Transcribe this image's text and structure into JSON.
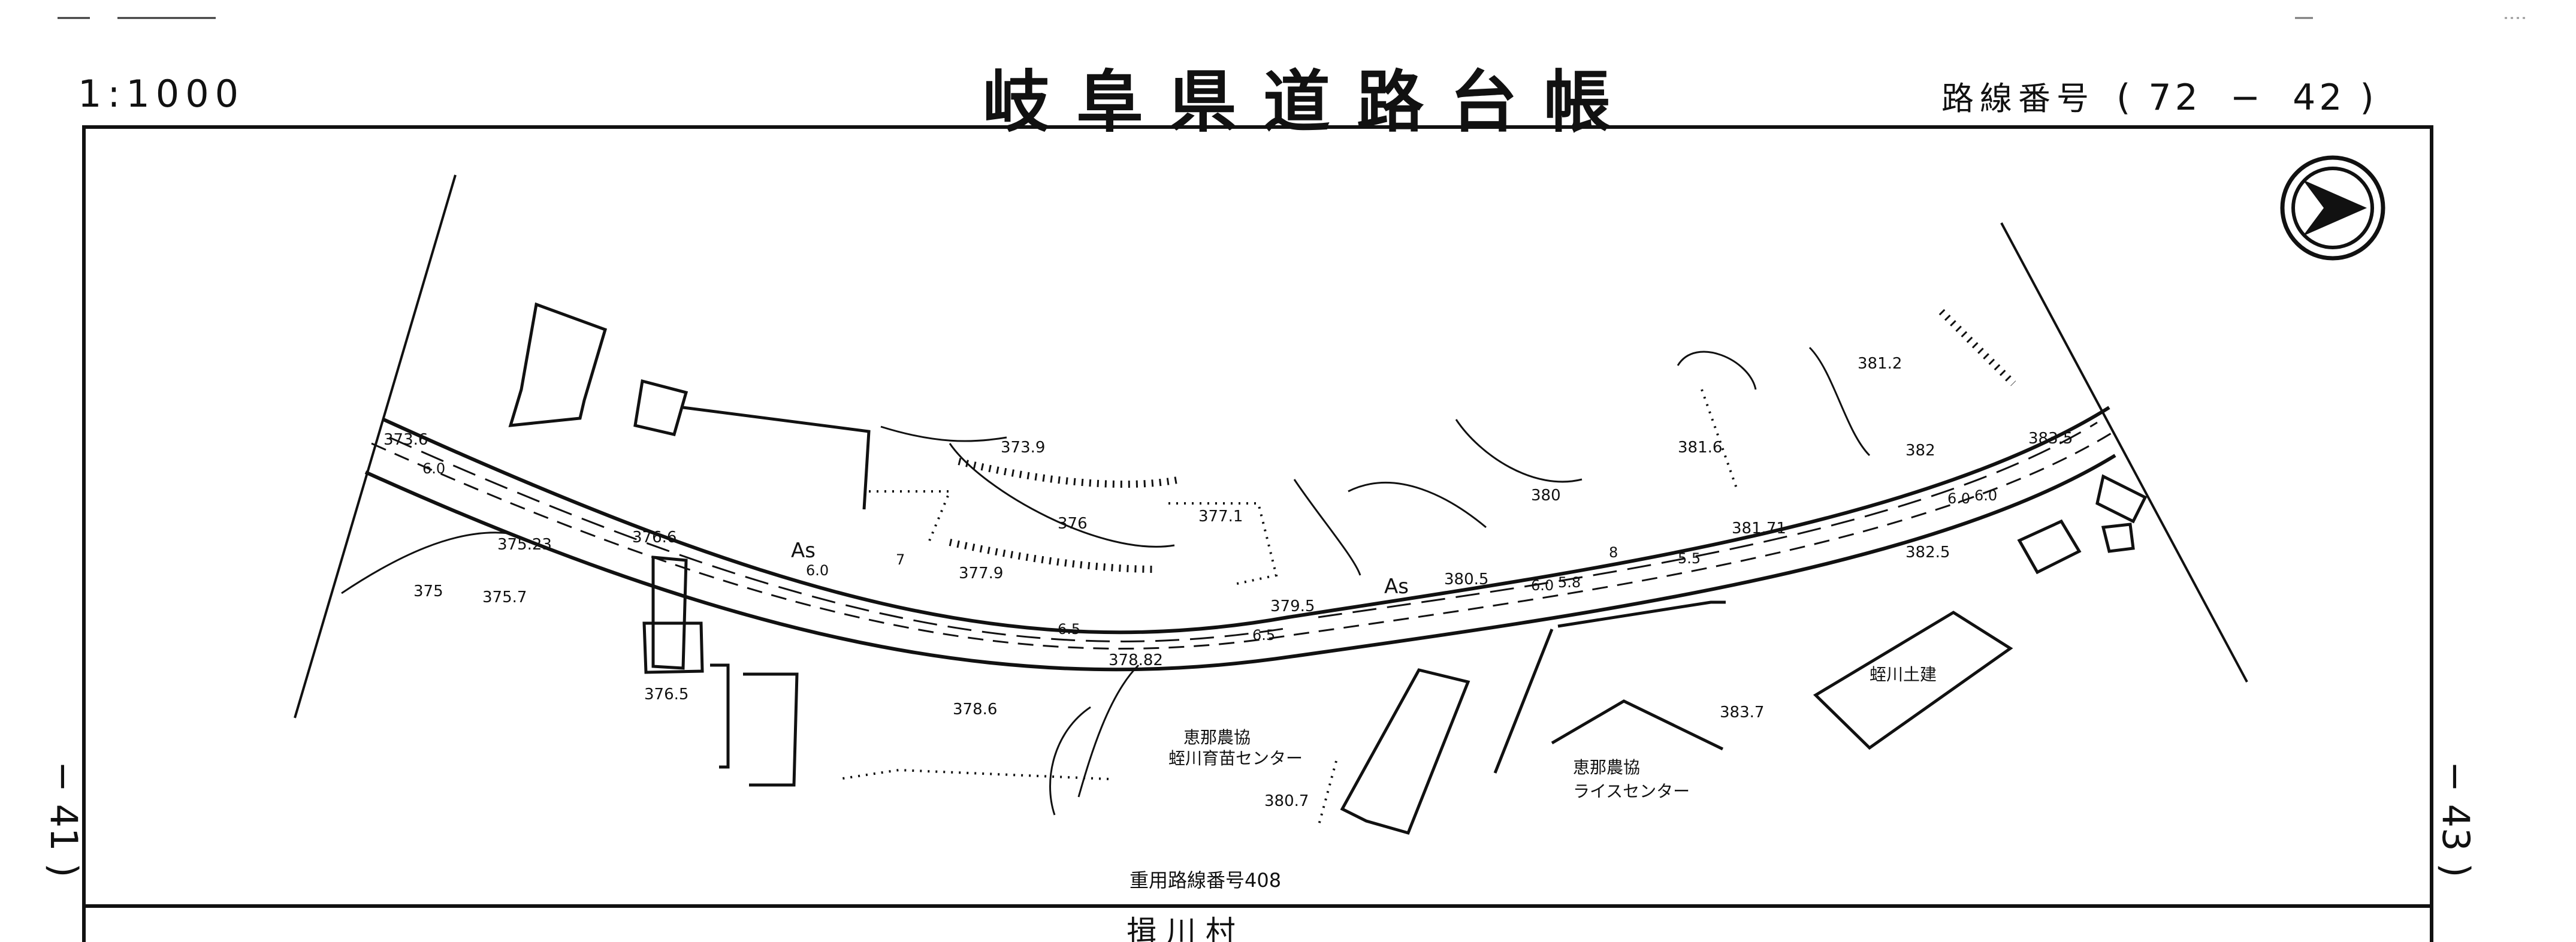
{
  "header": {
    "scale": "1:1000",
    "title": "岐阜県道路台帳",
    "route_label": "路線番号",
    "route_open": "(",
    "route_major": "72",
    "route_dash": "−",
    "route_minor": "42",
    "route_close": ")"
  },
  "sheets": {
    "left": "− 41 )",
    "right": "− 43 )"
  },
  "map": {
    "footer": "重用路線番号408",
    "bottom_partial": "揖 川 村",
    "surface_labels": [
      "As",
      "As"
    ],
    "elevations": [
      "373.6",
      "373.9",
      "376",
      "377.1",
      "376.6",
      "375.23",
      "375.7",
      "375",
      "377.9",
      "379.5",
      "378.82",
      "378.6",
      "376.5",
      "380.7",
      "380",
      "380.5",
      "381.6",
      "381.2",
      "382",
      "381.71",
      "382.5",
      "383.5",
      "383.7"
    ],
    "widths": [
      "6.0",
      "6.0",
      "7",
      "6.5",
      "6.5",
      "6.0",
      "5.8",
      "8",
      "5.5",
      "6.0",
      "6.0"
    ],
    "facilities": [
      {
        "name1": "恵那農協",
        "name2": "蛭川育苗センター"
      },
      {
        "name1": "恵那農協",
        "name2": "ライスセンター"
      },
      {
        "name1": "蛭川土建",
        "name2": ""
      }
    ]
  }
}
